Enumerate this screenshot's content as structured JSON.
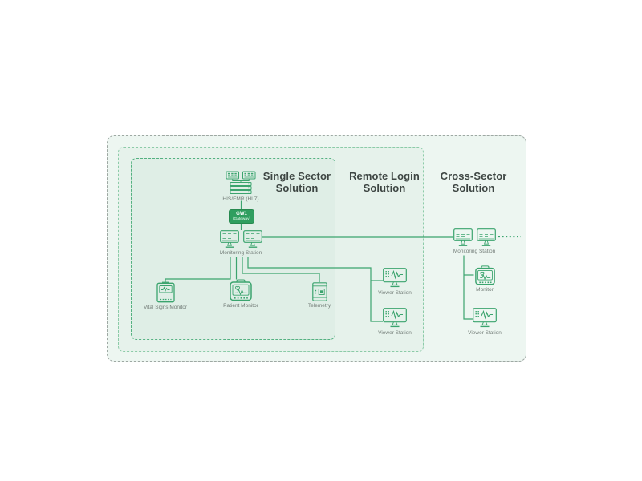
{
  "diagram": {
    "sections": [
      {
        "title": "Single Sector Solution"
      },
      {
        "title": "Remote Login Solution"
      },
      {
        "title": "Cross-Sector Solution"
      }
    ],
    "nodes": {
      "his_emr": {
        "label": "HIS/EMR (HL7)"
      },
      "gateway": {
        "label": "GW1",
        "sublabel": "(Gateway)"
      },
      "monitoring_station_single": {
        "label": "Monitoring Station"
      },
      "vital_signs_monitor": {
        "label": "Vital Signs Monitor"
      },
      "patient_monitor": {
        "label": "Patient Monitor"
      },
      "telemetry": {
        "label": "Telemetry"
      },
      "viewer_station_remote_1": {
        "label": "Viewer Station"
      },
      "viewer_station_remote_2": {
        "label": "Viewer Station"
      },
      "monitoring_station_cross": {
        "label": "Monitoring Station"
      },
      "monitor_cross": {
        "label": "Monitor"
      },
      "viewer_station_cross": {
        "label": "Viewer Station"
      }
    },
    "colors": {
      "accent_green": "#3ba46e",
      "gateway_fill": "#2f9e5f",
      "outer_box_border": "#9ea8a3",
      "middle_box_border": "#8ccba8",
      "inner_box_border": "#54b181",
      "outer_box_bg": "#edf6f1",
      "middle_box_bg": "#e6f2eb",
      "inner_box_bg": "#dfeee6",
      "title_text": "#3e4643",
      "label_text": "#727c77"
    }
  }
}
